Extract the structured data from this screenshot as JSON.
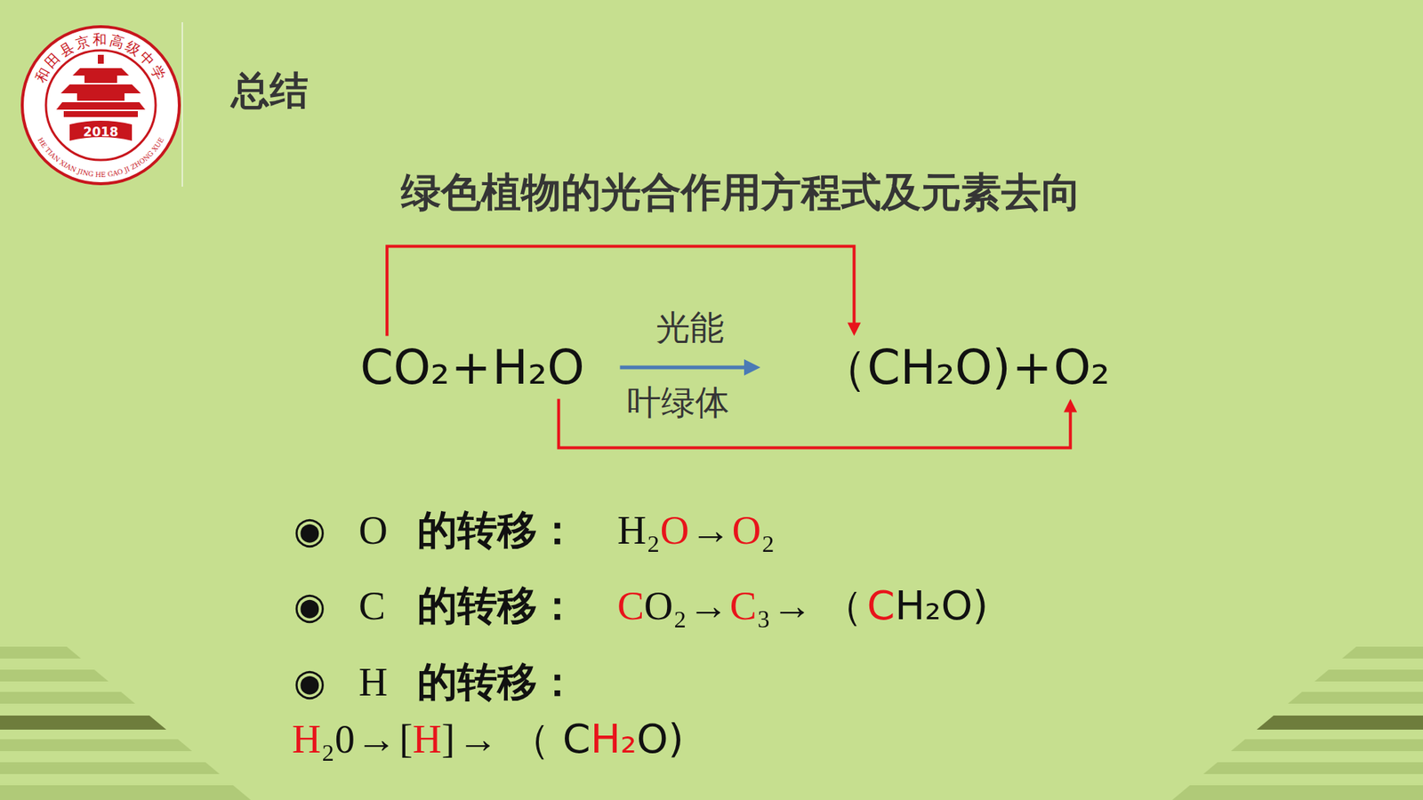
{
  "diagram": {
    "title": "总结",
    "nodes": [
      {
        "text": [
          "CO₂"
        ]
      },
      {
        "text": [
          "H₂O"
        ]
      },
      {
        "text": [
          "（CH₂O)"
        ]
      },
      {
        "text": [
          "O₂"
        ]
      }
    ],
    "edges": [
      {
        "from": 0,
        "to": 2,
        "arrow": "to"
      },
      {
        "from": 1,
        "to": 3,
        "arrow": "to"
      },
      {
        "from": 1,
        "to": 2,
        "arrow": "to",
        "label": "光能"
      }
    ],
    "labels": [
      "绿色植物的光合作用方程式及元素去向",
      "+",
      "叶绿体",
      "+",
      "和田县京和高级中学",
      "HE TIAN XIAN JING HE GAO JI ZHONG XUE",
      "2018",
      "◉",
      "O",
      "的转移：",
      "H₂",
      "O",
      "→",
      "O",
      "₂",
      "◉",
      "C",
      "的转移：",
      "C",
      "O₂",
      "→",
      "C",
      "₃",
      "→",
      "（",
      "C",
      "H₂O)",
      "◉",
      "H",
      "的转移：",
      "H",
      "₂0",
      "→",
      "[",
      "H",
      "]",
      "→",
      "（ C",
      "H₂",
      "O)"
    ]
  }
}
